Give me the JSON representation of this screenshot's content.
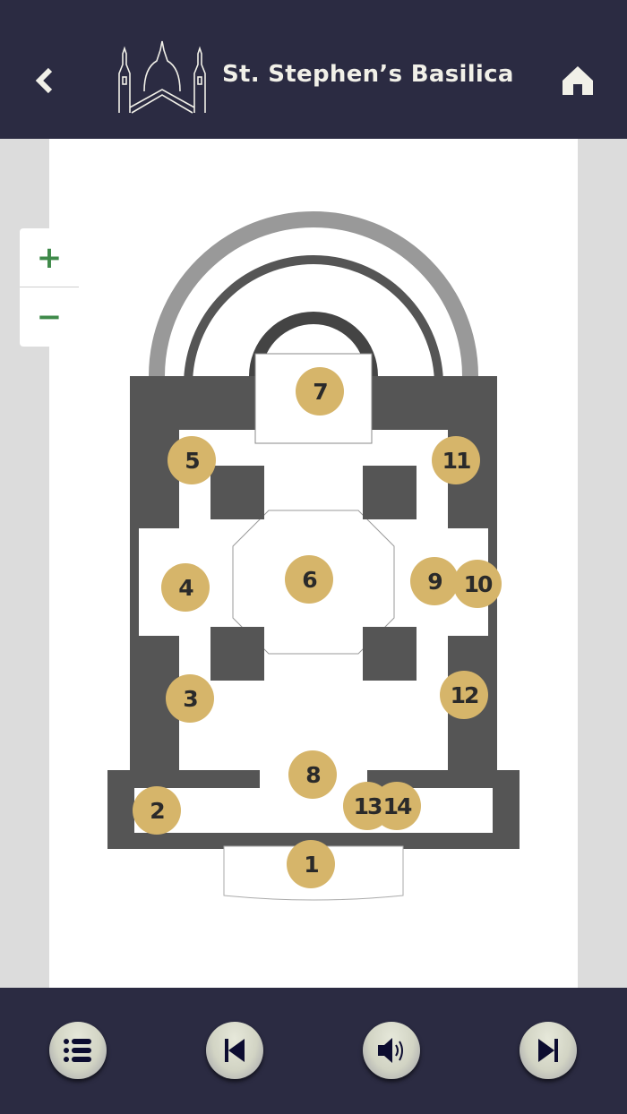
{
  "header": {
    "title": "St. Stephen’s Basilica",
    "back_icon": "chevron-left-icon",
    "home_icon": "home-icon"
  },
  "map": {
    "zoom_in_label": "+",
    "zoom_out_label": "−",
    "markers": [
      "1",
      "2",
      "3",
      "4",
      "5",
      "6",
      "7",
      "8",
      "9",
      "10",
      "11",
      "12",
      "13",
      "14"
    ],
    "marker_color": "#d6b56a"
  },
  "footer": {
    "buttons": [
      "list-icon",
      "skip-previous-icon",
      "speaker-icon",
      "skip-next-icon"
    ]
  },
  "colors": {
    "bar": "#2b2b42",
    "accent": "#3f8a4a"
  }
}
